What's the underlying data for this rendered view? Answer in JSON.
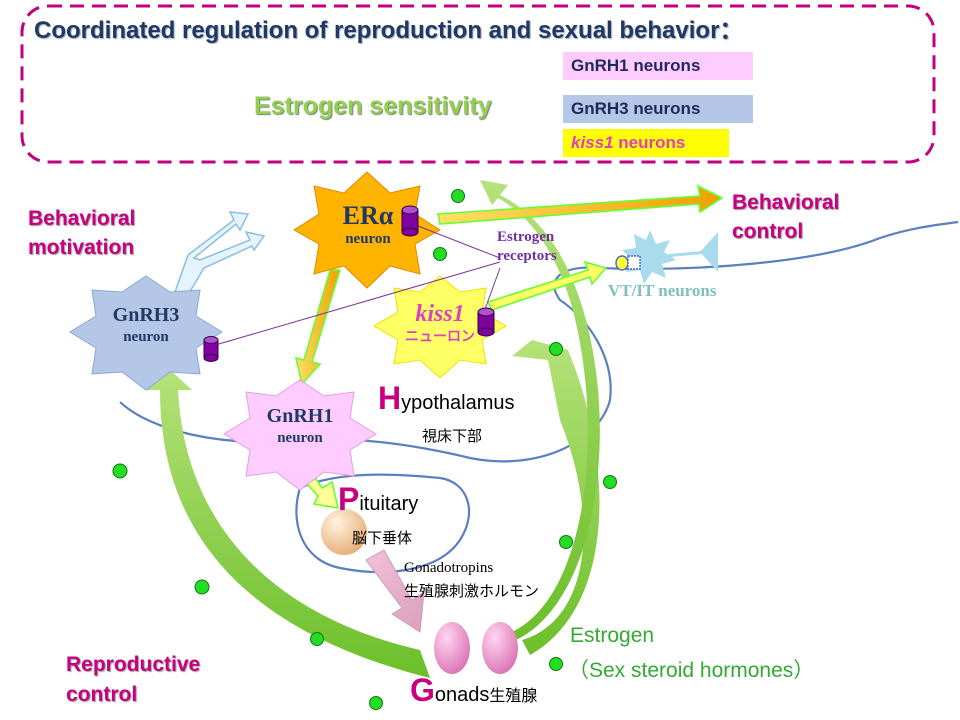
{
  "title": "Coordinated regulation of reproduction and sexual behavior：",
  "estrogen_sensitivity": "Estrogen sensitivity",
  "legend": {
    "gnrh1": "GnRH1 neurons",
    "gnrh3": "GnRH3 neurons",
    "kiss1_italic": "kiss1",
    "kiss1_rest": " neurons"
  },
  "nodes": {
    "eralpha_main": "ER",
    "eralpha_greek": "α",
    "eralpha_sub": "neuron",
    "kiss1_main": "kiss1",
    "kiss1_sub": "ニューロン",
    "gnrh3_main": "GnRH3",
    "gnrh3_sub": "neuron",
    "gnrh1_main": "GnRH1",
    "gnrh1_sub": "neuron"
  },
  "labels": {
    "behavioral_motivation": [
      "Behavioral",
      "motivation"
    ],
    "behavioral_control": [
      "Behavioral",
      "control"
    ],
    "estrogen_receptors": [
      "Estrogen",
      "receptors"
    ],
    "vt_it": "VT/IT  neurons",
    "hypothalamus_big": "H",
    "hypothalamus_rest": "ypothalamus",
    "hypothalamus_jp": "視床下部",
    "pituitary_big": "P",
    "pituitary_rest": "ituitary",
    "pituitary_jp": "脳下垂体",
    "gonadotropins": "Gonadotropins",
    "gonadotropins_jp": "生殖腺刺激ホルモン",
    "estrogen": "Estrogen",
    "sex_steroid": "（Sex steroid hormones）",
    "reproductive_control": [
      "Reproductive",
      "control"
    ],
    "gonads_big": "G",
    "gonads_rest": "onads",
    "gonads_jp": "生殖腺"
  },
  "colors": {
    "title": "#1f3864",
    "dashed_border": "#c0007f",
    "estrogen_sensitivity": "#92d050",
    "gnrh1_fill": "#ffccff",
    "gnrh3_fill": "#b4c7e7",
    "kiss1_fill": "#ffff66",
    "eralpha_fill": "#ffb400",
    "green_dot": "#22dd22",
    "magenta_text": "#c8007f",
    "estrogen_text": "#33aa33",
    "brain_outline": "#5b7fbf",
    "vt_it_text": "#7fbfbf"
  }
}
